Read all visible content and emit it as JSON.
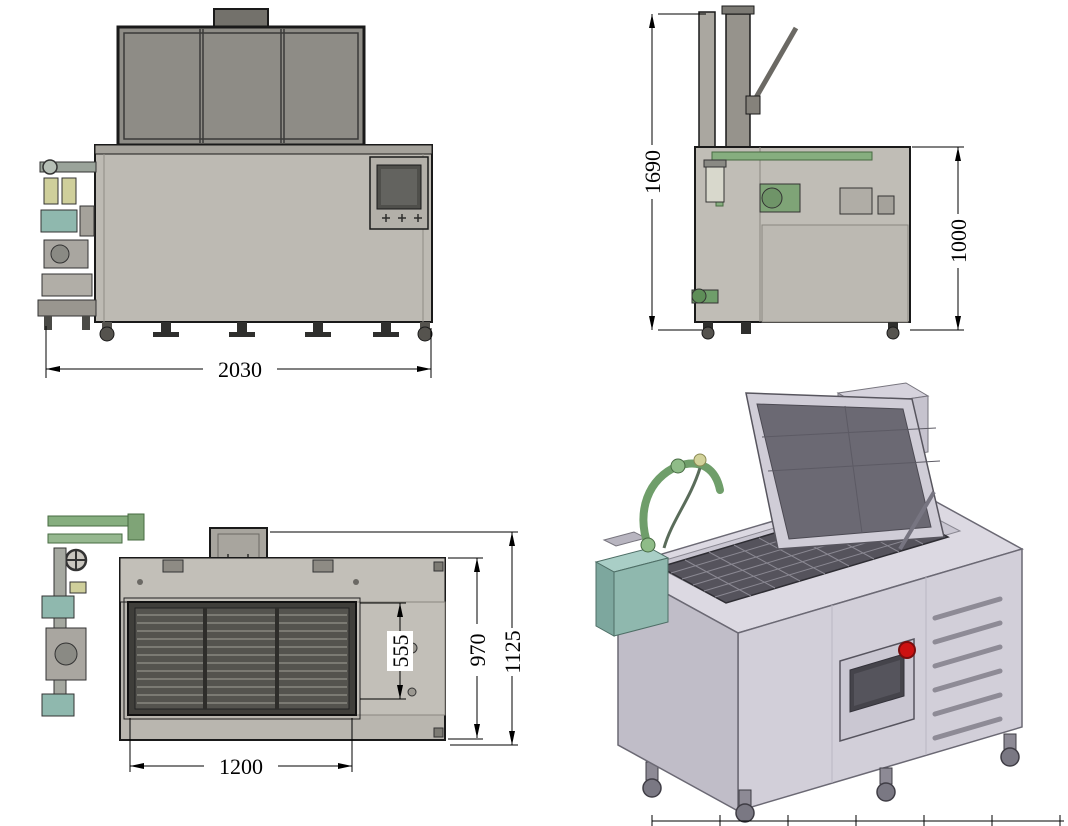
{
  "dimensions": {
    "front_overall_width": "2030",
    "side_overall_height": "1690",
    "side_tank_height": "1000",
    "top_basket_depth": "555",
    "top_body_depth": "970",
    "top_overall_depth": "1125",
    "top_basket_width": "1200"
  },
  "colors": {
    "outline": "#1a1a1a",
    "body_gray": "#bdbab3",
    "lid_gray": "#8e8c86",
    "iso_body_top": "#dcd9e2",
    "iso_body_front": "#d2cfd9",
    "teal_tank": "#8fb8ae",
    "pipe_green": "#6f9e6a",
    "filter_yellow": "#cfcf9b",
    "estop_red": "#cc1111",
    "basket_dark": "#54534e"
  }
}
